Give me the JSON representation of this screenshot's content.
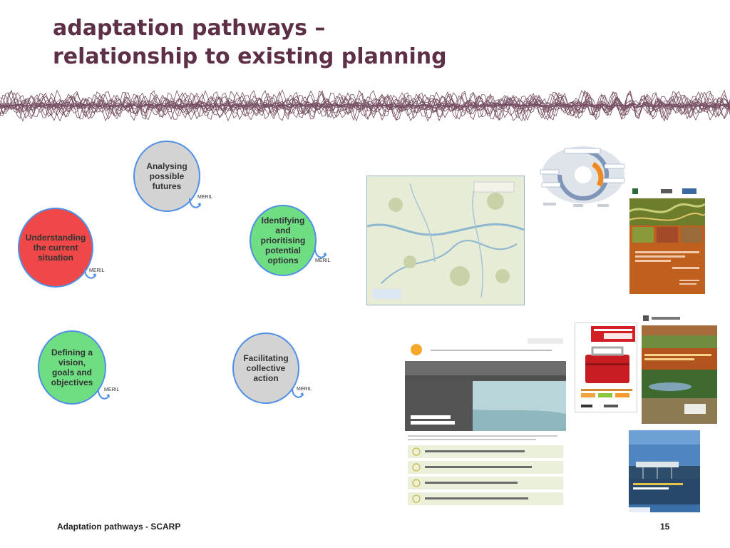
{
  "slide": {
    "title_line1": "adaptation pathways –",
    "title_line2": "relationship to existing planning",
    "footer": "Adaptation pathways - SCARP",
    "page_number": "15"
  },
  "cycle": {
    "tag": "MERIL",
    "steps": [
      {
        "label": "Analysing possible futures",
        "color": "#d3d3d3"
      },
      {
        "label": "Understanding the current situation",
        "color": "#f04848"
      },
      {
        "label": "Identifying and prioritising potential options",
        "color": "#6fde83"
      },
      {
        "label": "Defining a vision, goals and objectives",
        "color": "#6fde83"
      },
      {
        "label": "Facilitating collective action",
        "color": "#d3d3d3"
      }
    ]
  },
  "colors": {
    "title": "#5e3047",
    "circle_border": "#4f8fe6",
    "loop_arrow": "#4f8fe6"
  }
}
